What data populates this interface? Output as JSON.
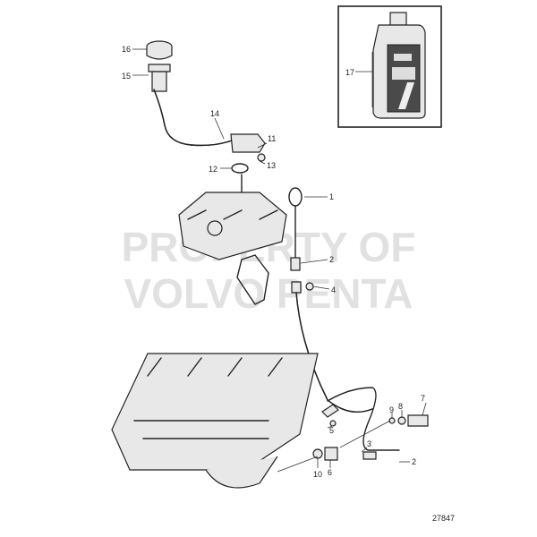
{
  "diagram_id": "27847",
  "watermark": {
    "line1": "PROPERTY OF",
    "line2": "VOLVO PENTA"
  },
  "callouts": {
    "c16": "16",
    "c15": "15",
    "c14": "14",
    "c11": "11",
    "c12": "12",
    "c13": "13",
    "c17": "17",
    "c1": "1",
    "c2a": "2",
    "c4": "4",
    "c5": "5",
    "c7": "7",
    "c9": "9",
    "c8": "8",
    "c3": "3",
    "c2b": "2",
    "c10": "10",
    "c6": "6"
  }
}
